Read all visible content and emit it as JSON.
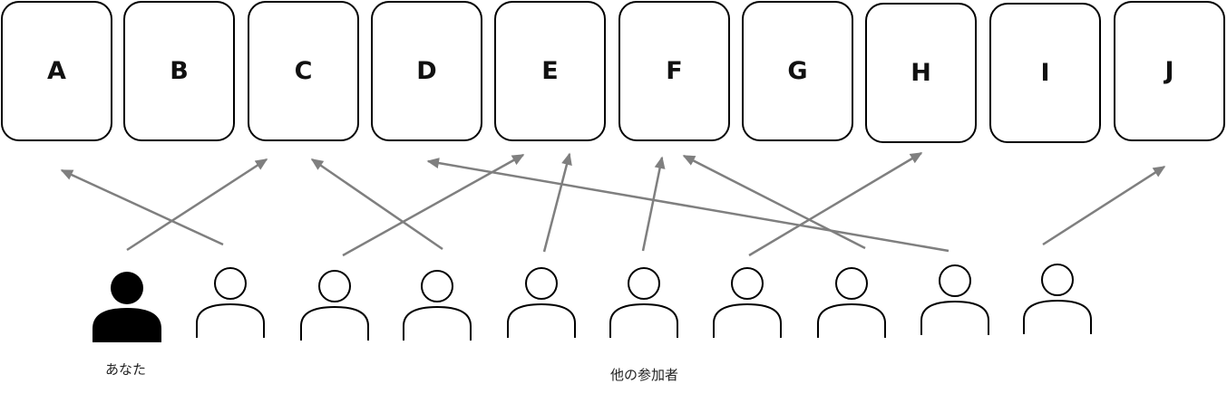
{
  "options": [
    "A",
    "B",
    "C",
    "D",
    "E",
    "F",
    "G",
    "H",
    "I",
    "J"
  ],
  "labels": {
    "you": "あなた",
    "others": "他の参加者"
  },
  "arrows": [
    {
      "from": 0,
      "to": "C"
    },
    {
      "from": 1,
      "to": "A"
    },
    {
      "from": 2,
      "to": "E"
    },
    {
      "from": 3,
      "to": "C"
    },
    {
      "from": 4,
      "to": "E"
    },
    {
      "from": 5,
      "to": "F"
    },
    {
      "from": 6,
      "to": "H"
    },
    {
      "from": 7,
      "to": "F"
    },
    {
      "from": 8,
      "to": "D"
    },
    {
      "from": 9,
      "to": "J"
    }
  ],
  "colors": {
    "box_border": "#000000",
    "arrow": "#7f7f7f",
    "you_fill": "#000000",
    "person_outline": "#000000"
  },
  "icons": {
    "you": "person-filled-icon",
    "others": "person-outline-icon"
  }
}
